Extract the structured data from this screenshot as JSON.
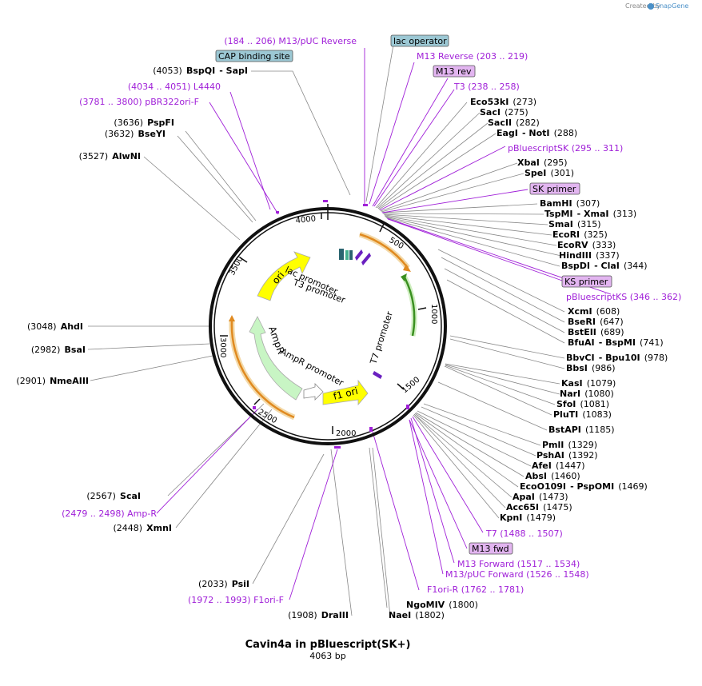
{
  "credit": {
    "created_by": "Created by",
    "brand": "SnapGene"
  },
  "title": "Cavin4a in pBluescript(SK+)",
  "length": "4063 bp",
  "ticks": [
    "500",
    "1000",
    "1500",
    "2000",
    "2500",
    "3000",
    "3500",
    "4000"
  ],
  "features": {
    "ori": "ori",
    "lac_promoter": "lac promoter",
    "t3_promoter": "T3 promoter",
    "t7_promoter": "T7 promoter",
    "ampr": "AmpR",
    "ampr_promoter": "AmpR promoter",
    "f1_ori": "f1 ori"
  },
  "left_labels": [
    {
      "num": "(4053)",
      "name": "BspQI",
      "extra": "-  SapI"
    },
    {
      "num": "(3636)",
      "name": "PspFI",
      "extra": ""
    },
    {
      "num": "(3632)",
      "name": "BseYI",
      "extra": ""
    },
    {
      "num": "(3527)",
      "name": "AlwNI",
      "extra": ""
    },
    {
      "num": "(3048)",
      "name": "AhdI",
      "extra": ""
    },
    {
      "num": "(2982)",
      "name": "BsaI",
      "extra": ""
    },
    {
      "num": "(2901)",
      "name": "NmeAIII",
      "extra": ""
    },
    {
      "num": "(2567)",
      "name": "ScaI",
      "extra": ""
    },
    {
      "num": "(2448)",
      "name": "XmnI",
      "extra": ""
    },
    {
      "num": "(2033)",
      "name": "PsiI",
      "extra": ""
    },
    {
      "num": "(1908)",
      "name": "DraIII",
      "extra": ""
    }
  ],
  "left_primers": [
    {
      "range": "(184 .. 206)",
      "name": "M13/pUC Reverse"
    },
    {
      "range": "(4034 .. 4051)",
      "name": "L4440"
    },
    {
      "range": "(3781 .. 3800)",
      "name": "pBR322ori-F"
    },
    {
      "range": "(2479 .. 2498)",
      "name": "Amp-R"
    },
    {
      "range": "(1972 .. 1993)",
      "name": "F1ori-F"
    }
  ],
  "boxes": {
    "cap": "CAP binding site",
    "lac_operator": "lac operator",
    "m13_rev": "M13 rev",
    "sk_primer": "SK primer",
    "ks_primer": "KS primer",
    "m13_fwd": "M13 fwd"
  },
  "right_labels": [
    {
      "name": "Eco53kI",
      "extra": "",
      "num": "(273)"
    },
    {
      "name": "SacI",
      "extra": "",
      "num": "(275)"
    },
    {
      "name": "SacII",
      "extra": "",
      "num": "(282)"
    },
    {
      "name": "EagI",
      "extra": "-  NotI",
      "num": "(288)"
    },
    {
      "name": "XbaI",
      "extra": "",
      "num": "(295)"
    },
    {
      "name": "SpeI",
      "extra": "",
      "num": "(301)"
    },
    {
      "name": "BamHI",
      "extra": "",
      "num": "(307)"
    },
    {
      "name": "TspMI",
      "extra": "-  XmaI",
      "num": "(313)"
    },
    {
      "name": "SmaI",
      "extra": "",
      "num": "(315)"
    },
    {
      "name": "EcoRI",
      "extra": "",
      "num": "(325)"
    },
    {
      "name": "EcoRV",
      "extra": "",
      "num": "(333)"
    },
    {
      "name": "HindIII",
      "extra": "",
      "num": "(337)"
    },
    {
      "name": "BspDI",
      "extra": "-  ClaI",
      "num": "(344)"
    },
    {
      "name": "XcmI",
      "extra": "",
      "num": "(608)"
    },
    {
      "name": "BseRI",
      "extra": "",
      "num": "(647)"
    },
    {
      "name": "BstEII",
      "extra": "",
      "num": "(689)"
    },
    {
      "name": "BfuAI",
      "extra": "-  BspMI",
      "num": "(741)"
    },
    {
      "name": "BbvCI",
      "extra": "-  Bpu10I",
      "num": "(978)"
    },
    {
      "name": "BbsI",
      "extra": "",
      "num": "(986)"
    },
    {
      "name": "KasI",
      "extra": "",
      "num": "(1079)"
    },
    {
      "name": "NarI",
      "extra": "",
      "num": "(1080)"
    },
    {
      "name": "SfoI",
      "extra": "",
      "num": "(1081)"
    },
    {
      "name": "PluTI",
      "extra": "",
      "num": "(1083)"
    },
    {
      "name": "BstAPI",
      "extra": "",
      "num": "(1185)"
    },
    {
      "name": "PmlI",
      "extra": "",
      "num": "(1329)"
    },
    {
      "name": "PshAI",
      "extra": "",
      "num": "(1392)"
    },
    {
      "name": "AfeI",
      "extra": "",
      "num": "(1447)"
    },
    {
      "name": "AbsI",
      "extra": "",
      "num": "(1460)"
    },
    {
      "name": "EcoO109I",
      "extra": "-  PspOMI",
      "num": "(1469)"
    },
    {
      "name": "ApaI",
      "extra": "",
      "num": "(1473)"
    },
    {
      "name": "Acc65I",
      "extra": "",
      "num": "(1475)"
    },
    {
      "name": "KpnI",
      "extra": "",
      "num": "(1479)"
    },
    {
      "name": "NgoMIV",
      "extra": "",
      "num": "(1800)"
    },
    {
      "name": "NaeI",
      "extra": "",
      "num": "(1802)"
    }
  ],
  "right_primers": [
    {
      "name": "M13 Reverse",
      "range": "(203 .. 219)"
    },
    {
      "name": "T3",
      "range": "(238 .. 258)"
    },
    {
      "name": "pBluescriptSK",
      "range": "(295 .. 311)"
    },
    {
      "name": "pBluescriptKS",
      "range": "(346 .. 362)"
    },
    {
      "name": "T7",
      "range": "(1488 .. 1507)"
    },
    {
      "name": "M13 Forward",
      "range": "(1517 .. 1534)"
    },
    {
      "name": "M13/pUC Forward",
      "range": "(1526 .. 1548)"
    },
    {
      "name": "F1ori-R",
      "range": "(1762 .. 1781)"
    }
  ],
  "colors": {
    "primer": "#a020d8",
    "box_blue": "#9cc8d4",
    "box_purple": "#e2b5f0",
    "ori": "#ffff00",
    "ampr": "#c8f5c4",
    "orange": "#f0a040",
    "green": "#4aa020"
  }
}
